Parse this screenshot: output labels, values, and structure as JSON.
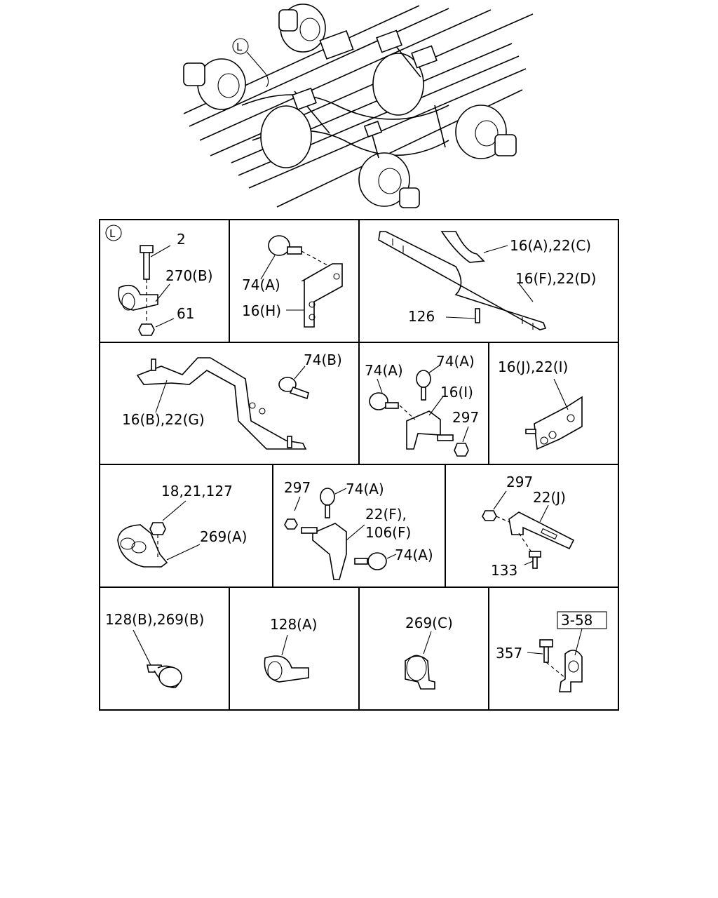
{
  "overview": {
    "marker": "L"
  },
  "cells": [
    {
      "id": "c1",
      "marker": "L",
      "labels": [
        "2",
        "270(B)",
        "61"
      ]
    },
    {
      "id": "c2",
      "labels": [
        "74(A)",
        "16(H)"
      ]
    },
    {
      "id": "c3",
      "labels": [
        "16(A),22(C)",
        "16(F),22(D)",
        "126"
      ]
    },
    {
      "id": "c4",
      "labels": [
        "74(B)",
        "16(B),22(G)"
      ]
    },
    {
      "id": "c5",
      "labels": [
        "74(A)",
        "74(A)",
        "16(I)",
        "297"
      ]
    },
    {
      "id": "c6",
      "labels": [
        "16(J),22(I)"
      ]
    },
    {
      "id": "c7",
      "labels": [
        "18,21,127",
        "269(A)"
      ]
    },
    {
      "id": "c8",
      "labels": [
        "297",
        "74(A)",
        "22(F),",
        "106(F)",
        "74(A)"
      ]
    },
    {
      "id": "c9",
      "labels": [
        "297",
        "22(J)",
        "133"
      ]
    },
    {
      "id": "c10",
      "labels": [
        "128(B),269(B)"
      ]
    },
    {
      "id": "c11",
      "labels": [
        "128(A)"
      ]
    },
    {
      "id": "c12",
      "labels": [
        "269(C)"
      ]
    },
    {
      "id": "c13",
      "labels": [
        "3-58",
        "357"
      ]
    }
  ]
}
